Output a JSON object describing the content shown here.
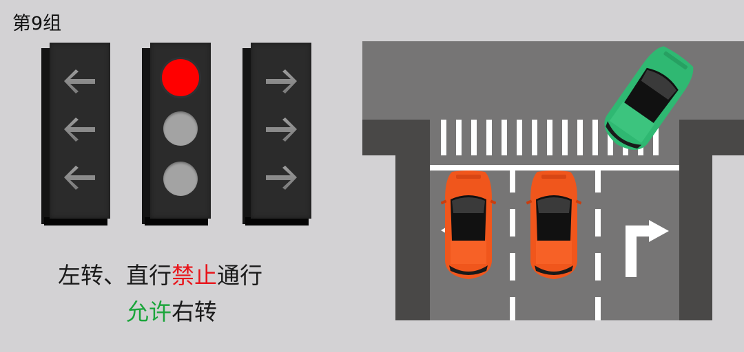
{
  "group_title": "第9组",
  "signals": {
    "left_box": {
      "label": "left-turn signal",
      "arrows": [
        "←",
        "←",
        "←"
      ],
      "state": "unlit"
    },
    "center_box": {
      "label": "round signal",
      "lamps": [
        {
          "color": "#ff0000",
          "state": "lit"
        },
        {
          "color": "#a3a3a3",
          "state": "unlit"
        },
        {
          "color": "#a3a3a3",
          "state": "unlit"
        }
      ]
    },
    "right_box": {
      "label": "right-turn signal",
      "arrows": [
        "→",
        "→",
        "→"
      ],
      "state": "unlit"
    }
  },
  "caption": {
    "line1": {
      "part1": "左转、直行",
      "part2": "禁止",
      "part3": "通行"
    },
    "line2": {
      "part1": "允许",
      "part2": "右转"
    }
  },
  "colors": {
    "background": "#d3d2d4",
    "signal_body": "#2b2b2b",
    "red_lamp": "#ff0000",
    "unlit_lamp": "#a3a3a3",
    "prohibit_text": "#e8151b",
    "allow_text": "#1aa53a",
    "road": "#767575",
    "sidewalk": "#494847",
    "car_orange": "#f0561c",
    "car_green": "#2fb872"
  },
  "scene": {
    "crosswalk_stripes": 15,
    "lanes": [
      "left",
      "straight",
      "right-turn"
    ],
    "road_arrow": "right-turn",
    "cars": [
      {
        "color": "orange",
        "lane": "left",
        "state": "stopped"
      },
      {
        "color": "orange",
        "lane": "straight",
        "state": "stopped"
      },
      {
        "color": "green",
        "lane": "right-turn",
        "state": "turning right"
      }
    ]
  }
}
